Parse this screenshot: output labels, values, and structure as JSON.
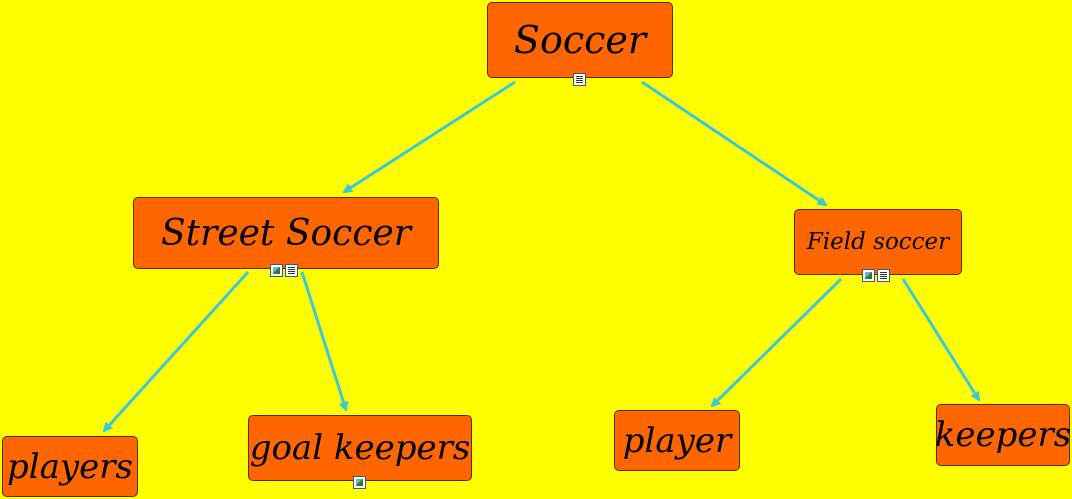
{
  "colors": {
    "background": "#ffff00",
    "node_fill": "#ff6600",
    "node_border": "#5a2a00",
    "connector": "#3cc8d8"
  },
  "nodes": {
    "soccer": {
      "label": "Soccer",
      "icons": [
        "note-icon"
      ]
    },
    "street_soccer": {
      "label": "Street Soccer",
      "icons": [
        "image-icon",
        "note-icon"
      ]
    },
    "field_soccer": {
      "label": "Field soccer",
      "icons": [
        "image-icon",
        "note-icon"
      ]
    },
    "players": {
      "label": "players",
      "icons": []
    },
    "goal_keepers": {
      "label": "goal keepers",
      "icons": [
        "image-icon"
      ]
    },
    "player": {
      "label": "player",
      "icons": []
    },
    "keepers": {
      "label": "keepers",
      "icons": []
    }
  },
  "connections": [
    {
      "from": "soccer",
      "to": "street_soccer"
    },
    {
      "from": "soccer",
      "to": "field_soccer"
    },
    {
      "from": "street_soccer",
      "to": "players"
    },
    {
      "from": "street_soccer",
      "to": "goal_keepers"
    },
    {
      "from": "field_soccer",
      "to": "player"
    },
    {
      "from": "field_soccer",
      "to": "keepers"
    }
  ]
}
